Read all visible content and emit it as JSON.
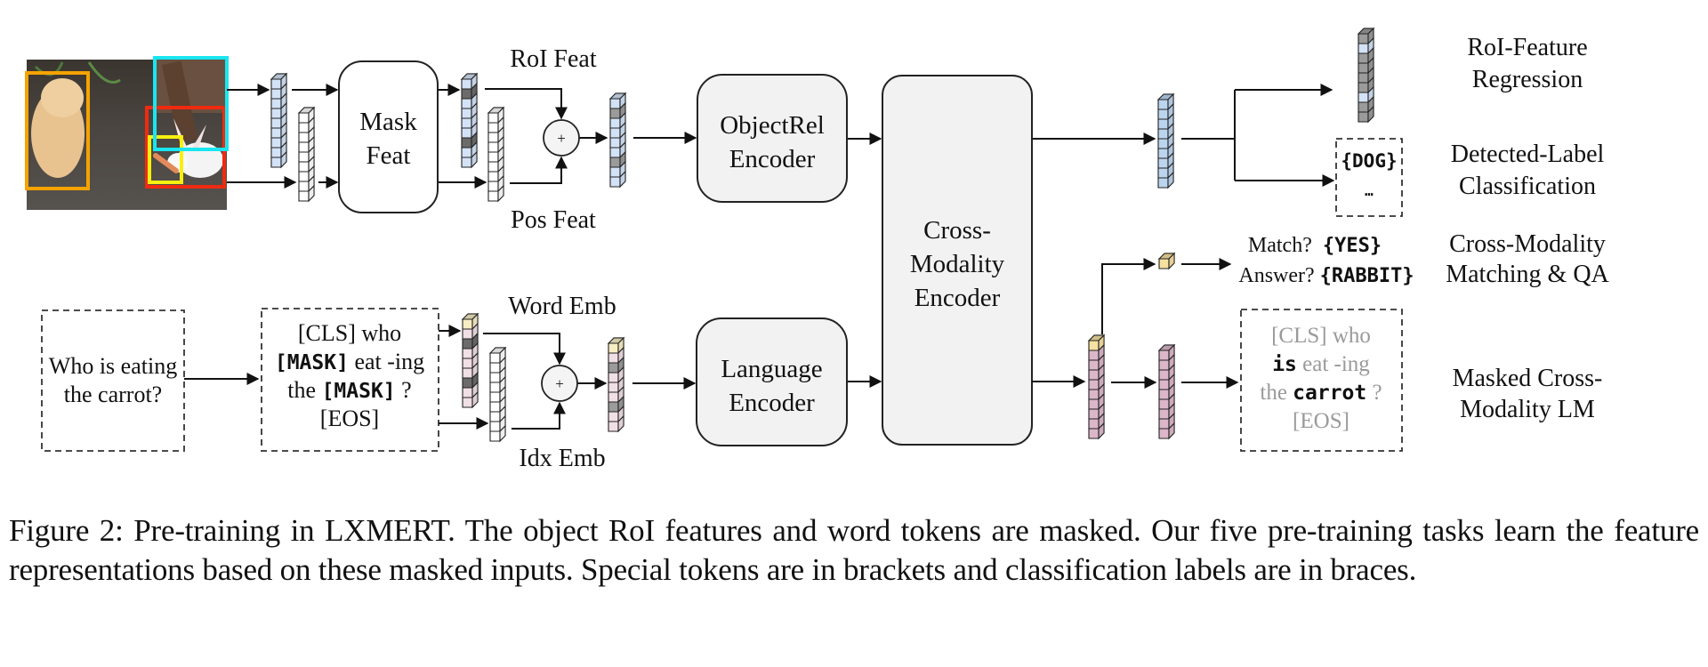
{
  "figure": {
    "image": {
      "description": "photo of a puppy and a white rabbit eating a carrot",
      "boxes": [
        {
          "name": "dog-box",
          "color": "#f5a300"
        },
        {
          "name": "region-box",
          "color": "#19e6f0"
        },
        {
          "name": "rabbit-box",
          "color": "#f02a10"
        },
        {
          "name": "carrot-box",
          "color": "#f7ef10"
        }
      ]
    },
    "vision": {
      "mask_feat": [
        "Mask",
        "Feat"
      ],
      "roi_feat": "RoI Feat",
      "pos_feat": "Pos Feat",
      "object_encoder": [
        "ObjectRel",
        "Encoder"
      ]
    },
    "language": {
      "sentence": [
        "Who is eating",
        "the carrot?"
      ],
      "tokens": {
        "line1": "[CLS] who",
        "line2_mask": "[MASK]",
        "line2_rest": " eat -ing",
        "line3_pre": "the ",
        "line3_mask": "[MASK]",
        "line3_post": " ?",
        "line4": "[EOS]"
      },
      "word_emb": "Word Emb",
      "idx_emb": "Idx Emb",
      "encoder": [
        "Language",
        "Encoder"
      ]
    },
    "cross_encoder": [
      "Cross-",
      "Modality",
      "Encoder"
    ],
    "outputs": {
      "dog_label": "{DOG}",
      "ellipsis": "…",
      "match_q": "Match?",
      "match_a": "{YES}",
      "answer_q": "Answer?",
      "answer_a": "{RABBIT}",
      "lm": {
        "line1": "[CLS] who",
        "line2_bold": "is",
        "line2_rest": " eat -ing",
        "line3_pre": "the ",
        "line3_bold": "carrot",
        "line3_post": " ?",
        "line4": "[EOS]"
      }
    },
    "tasks": [
      [
        "RoI-Feature",
        "Regression"
      ],
      [
        "Detected-Label",
        "Classification"
      ],
      [
        "Cross-Modality",
        "Matching & QA"
      ],
      [
        "Masked Cross-",
        "Modality LM"
      ]
    ],
    "colors": {
      "roi_blue": "#d3e2f6",
      "roi_blue_dark": "#b7cfeb",
      "masked_gray": "#6b6b6b",
      "output_gray": "#9b9b9b",
      "word_pink": "#f1dfe6",
      "cls_yellow": "#f8edc4",
      "out_pink": "#dcb7c9",
      "out_yellow": "#f7e0a0",
      "out_blue": "#bcd5ef"
    }
  },
  "caption": "Figure 2: Pre-training in LXMERT. The object RoI features and word tokens are masked. Our five pre-training tasks learn the feature representations based on these masked inputs. Special tokens are in brackets and classification labels are in braces."
}
